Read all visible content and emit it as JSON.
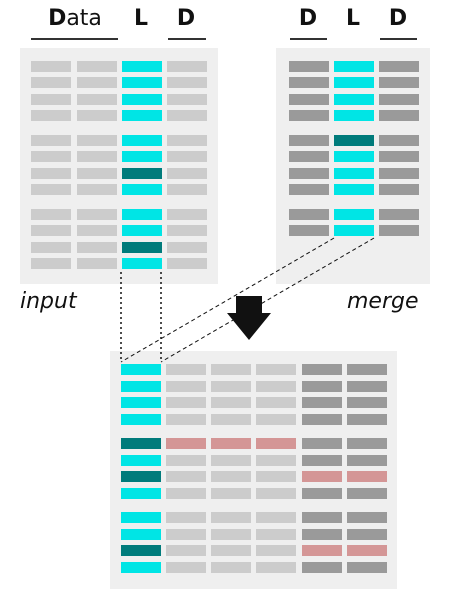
{
  "input_panel": {
    "headers": {
      "data_prefix": "D",
      "data_rest": "ata",
      "l": "L",
      "d": "D"
    },
    "rows": [
      [
        "gray",
        "gray",
        "cyan",
        "gray"
      ],
      [
        "gray",
        "gray",
        "cyan",
        "gray"
      ],
      [
        "gray",
        "gray",
        "cyan",
        "gray"
      ],
      [
        "gray",
        "gray",
        "cyan",
        "gray"
      ],
      [
        "gray",
        "gray",
        "cyan",
        "gray"
      ],
      [
        "gray",
        "gray",
        "cyan",
        "gray"
      ],
      [
        "gray",
        "gray",
        "teal",
        "gray"
      ],
      [
        "gray",
        "gray",
        "cyan",
        "gray"
      ],
      [
        "gray",
        "gray",
        "cyan",
        "gray"
      ],
      [
        "gray",
        "gray",
        "cyan",
        "gray"
      ],
      [
        "gray",
        "gray",
        "teal",
        "gray"
      ],
      [
        "gray",
        "gray",
        "cyan",
        "gray"
      ]
    ],
    "caption": "input"
  },
  "merge_panel": {
    "headers": [
      "D",
      "L",
      "D"
    ],
    "rows": [
      [
        "dark",
        "cyan",
        "dark"
      ],
      [
        "dark",
        "cyan",
        "dark"
      ],
      [
        "dark",
        "cyan",
        "dark"
      ],
      [
        "dark",
        "cyan",
        "dark"
      ],
      [
        "dark",
        "teal",
        "dark"
      ],
      [
        "dark",
        "cyan",
        "dark"
      ],
      [
        "dark",
        "cyan",
        "dark"
      ],
      [
        "dark",
        "cyan",
        "dark"
      ],
      [
        "dark",
        "cyan",
        "dark"
      ],
      [
        "dark",
        "cyan",
        "dark"
      ]
    ],
    "caption": "merge"
  },
  "output_panel": {
    "rows": [
      [
        "cyan",
        "gray",
        "gray",
        "gray",
        "dark",
        "dark"
      ],
      [
        "cyan",
        "gray",
        "gray",
        "gray",
        "dark",
        "dark"
      ],
      [
        "cyan",
        "gray",
        "gray",
        "gray",
        "dark",
        "dark"
      ],
      [
        "cyan",
        "gray",
        "gray",
        "gray",
        "dark",
        "dark"
      ],
      [
        "teal",
        "pink",
        "pink",
        "pink",
        "dark",
        "dark"
      ],
      [
        "cyan",
        "gray",
        "gray",
        "gray",
        "dark",
        "dark"
      ],
      [
        "teal",
        "gray",
        "gray",
        "gray",
        "pink",
        "pink"
      ],
      [
        "cyan",
        "gray",
        "gray",
        "gray",
        "dark",
        "dark"
      ],
      [
        "cyan",
        "gray",
        "gray",
        "gray",
        "dark",
        "dark"
      ],
      [
        "cyan",
        "gray",
        "gray",
        "gray",
        "dark",
        "dark"
      ],
      [
        "teal",
        "gray",
        "gray",
        "gray",
        "pink",
        "pink"
      ],
      [
        "cyan",
        "gray",
        "gray",
        "gray",
        "dark",
        "dark"
      ]
    ]
  },
  "colors": {
    "gray": "#cccccc",
    "dark": "#9a9a9a",
    "cyan": "#00e5e5",
    "teal": "#007b7b",
    "pink": "#d49696",
    "panel": "#efefef",
    "arrow": "#111111"
  }
}
